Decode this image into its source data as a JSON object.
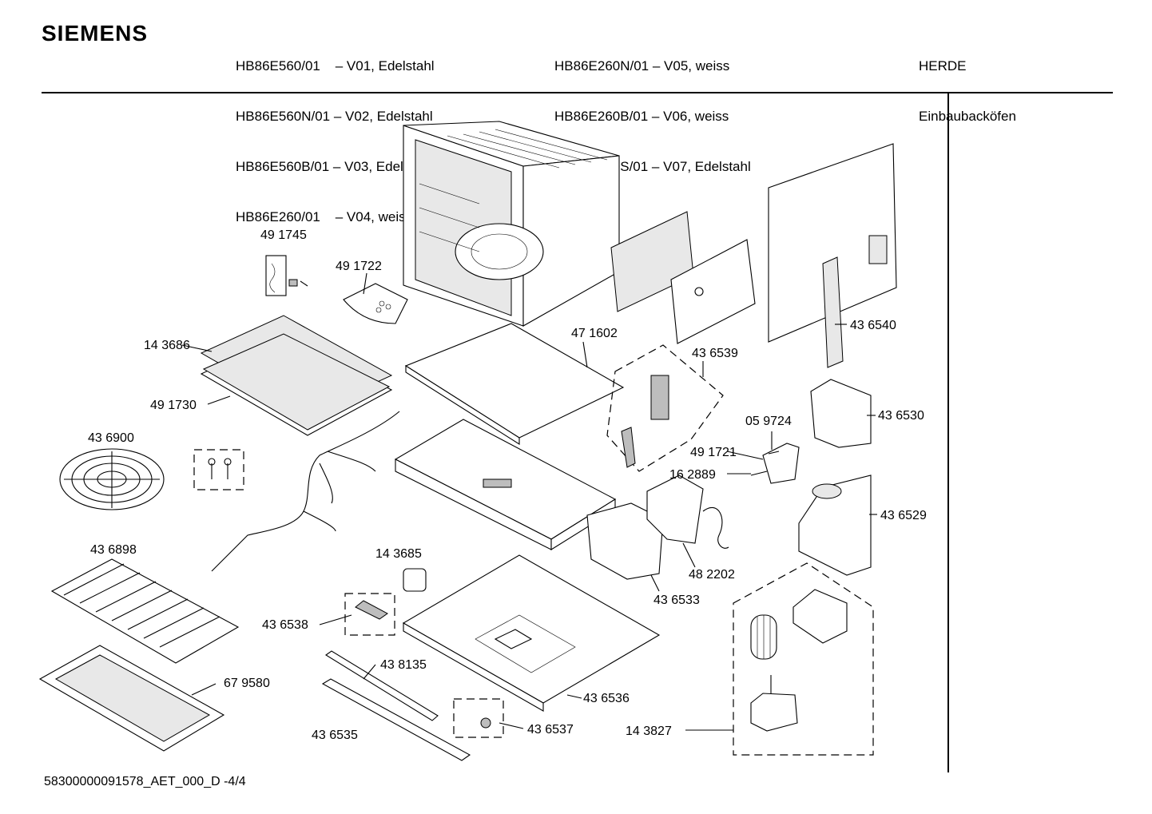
{
  "brand": "SIEMENS",
  "models_col1": [
    "HB86E560/01    – V01, Edelstahl",
    "HB86E560N/01 – V02, Edelstahl",
    "HB86E560B/01 – V03, Edelstahl",
    "HB86E260/01    – V04, weiss"
  ],
  "models_col2": [
    "HB86E260N/01 – V05, weiss",
    "HB86E260B/01 – V06, weiss",
    "HB86E560S/01 – V07, Edelstahl"
  ],
  "category": [
    "HERDE",
    "Einbaubacköfen"
  ],
  "footer": "58300000091578_AET_000_D   -4/4",
  "parts": [
    "49 1745",
    "49 1722",
    "14 3686",
    "49 1730",
    "43 6900",
    "43 6898",
    "67 9580",
    "47 1602",
    "43 6539",
    "43 6540",
    "43 6530",
    "05 9724",
    "49 1721",
    "16 2889",
    "43 6529",
    "48 2202",
    "43 6533",
    "14 3685",
    "43 6538",
    "43 8135",
    "43 6536",
    "43 6537",
    "43 6535",
    "14 3827"
  ]
}
